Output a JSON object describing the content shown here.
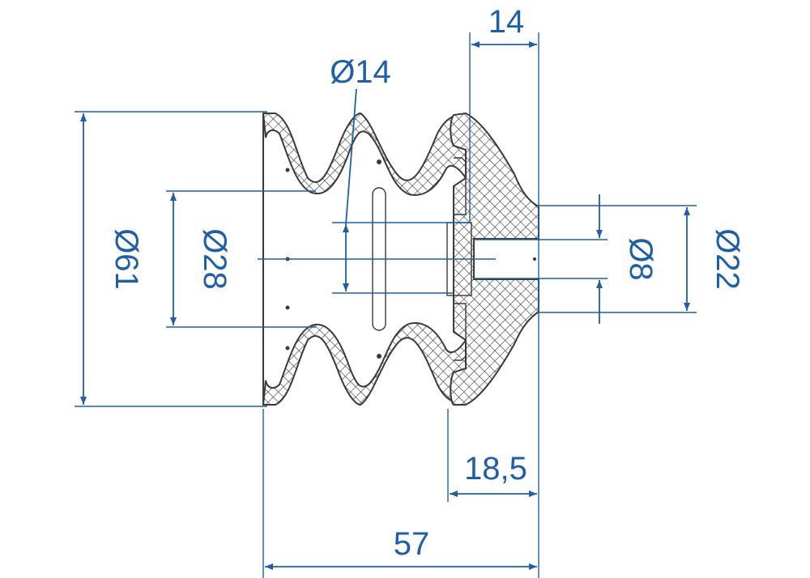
{
  "diagram": {
    "dimensions": {
      "top_width": "14",
      "inner_dia": "Ø14",
      "outer_dia": "Ø61",
      "cup_dia": "Ø28",
      "bore_dia": "Ø8",
      "hub_dia": "Ø22",
      "hub_length": "18,5",
      "overall_length": "57"
    },
    "colors": {
      "dimension": "#1f5fa8",
      "outline": "#3a3a3a"
    }
  }
}
